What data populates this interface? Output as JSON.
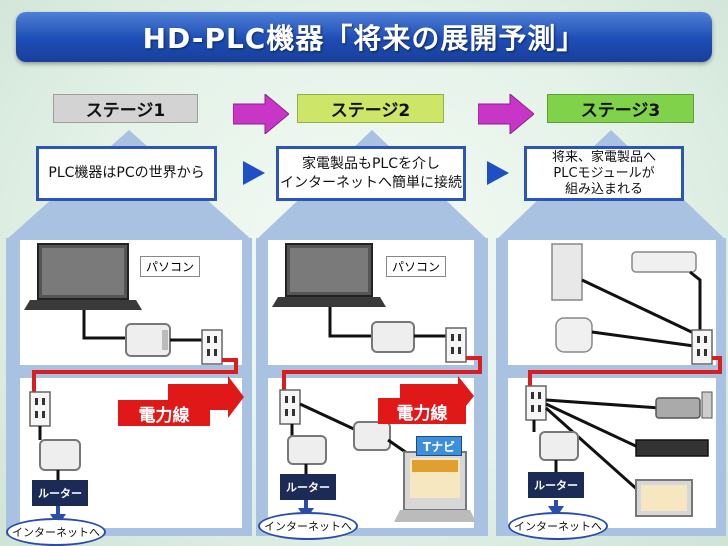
{
  "title": "HD-PLC機器「将来の展開予測」",
  "stages": [
    {
      "label": "ステージ1",
      "color": "#d3d3d3",
      "desc_lines": [
        "PLC機器はPCの世界から"
      ]
    },
    {
      "label": "ステージ2",
      "color": "#cde667",
      "desc_lines": [
        "家電製品もPLCを介し",
        "インターネットへ簡単に接続"
      ]
    },
    {
      "label": "ステージ3",
      "color": "#7fd24a",
      "desc_lines": [
        "将来、家電製品へ",
        "PLCモジュールが",
        "組み込まれる"
      ]
    }
  ],
  "stage_arrow_color": "#c836c8",
  "pc_label": "パソコン",
  "powerline_label": "電力線",
  "router_label": "ルーター",
  "internet_label": "インターネットへ",
  "tnavi_label": "Tナビ",
  "colors": {
    "title": "#1d4db5",
    "panel": "#a9c2e2",
    "arrow_blue": "#1f4fc4",
    "powerline": "#e01818"
  }
}
